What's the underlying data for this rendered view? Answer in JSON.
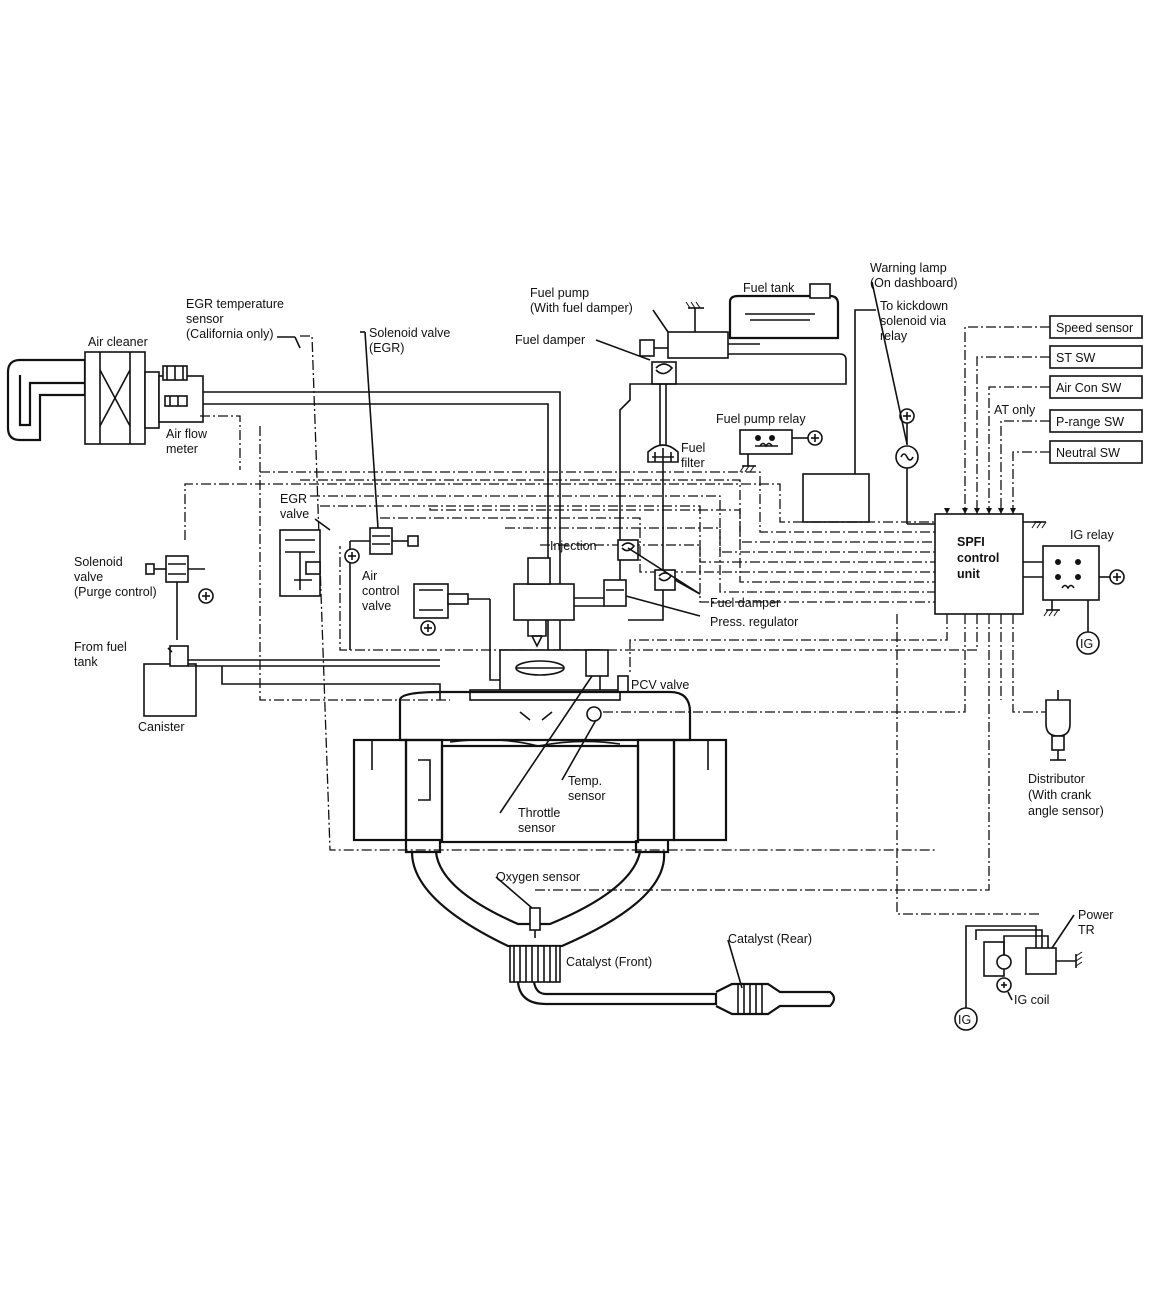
{
  "labels": {
    "air_cleaner": "Air cleaner",
    "air_flow_meter": [
      "Air flow",
      "meter"
    ],
    "egr_temp_sensor": [
      "EGR temperature",
      "sensor",
      "(California only)"
    ],
    "solenoid_valve_egr": [
      "Solenoid valve",
      "(EGR)"
    ],
    "fuel_pump": [
      "Fuel pump",
      "(With fuel damper)"
    ],
    "fuel_tank": "Fuel tank",
    "fuel_damper_top": "Fuel damper",
    "warning_lamp": [
      "Warning lamp",
      "(On dashboard)"
    ],
    "kickdown": [
      "To kickdown",
      "solenoid via",
      "relay"
    ],
    "fuel_filter": [
      "Fuel",
      "filter"
    ],
    "fuel_pump_relay": "Fuel pump relay",
    "egr_valve": [
      "EGR",
      "valve"
    ],
    "solenoid_purge": [
      "Solenoid",
      "valve",
      "(Purge control)"
    ],
    "air_control_valve": [
      "Air",
      "control",
      "valve"
    ],
    "injection": "Injection",
    "fuel_damper": "Fuel damper",
    "press_regulator": "Press. regulator",
    "from_fuel_tank": [
      "From fuel",
      "tank"
    ],
    "canister": "Canister",
    "pcv_valve": "PCV valve",
    "temp_sensor": [
      "Temp.",
      "sensor"
    ],
    "throttle_sensor": [
      "Throttle",
      "sensor"
    ],
    "distributor": [
      "Distributor",
      "(With crank",
      "angle sensor)"
    ],
    "oxygen_sensor": "Oxygen sensor",
    "catalyst_front": "Catalyst (Front)",
    "catalyst_rear": "Catalyst (Rear)",
    "power_tr": [
      "Power",
      "TR"
    ],
    "ig_coil": "IG coil",
    "ig_relay": "IG relay",
    "spfi": [
      "SPFI",
      "control",
      "unit"
    ],
    "ig": "IG",
    "at_only": "AT only"
  },
  "switches": [
    "Speed sensor",
    "ST SW",
    "Air Con SW",
    "P-range SW",
    "Neutral SW"
  ]
}
